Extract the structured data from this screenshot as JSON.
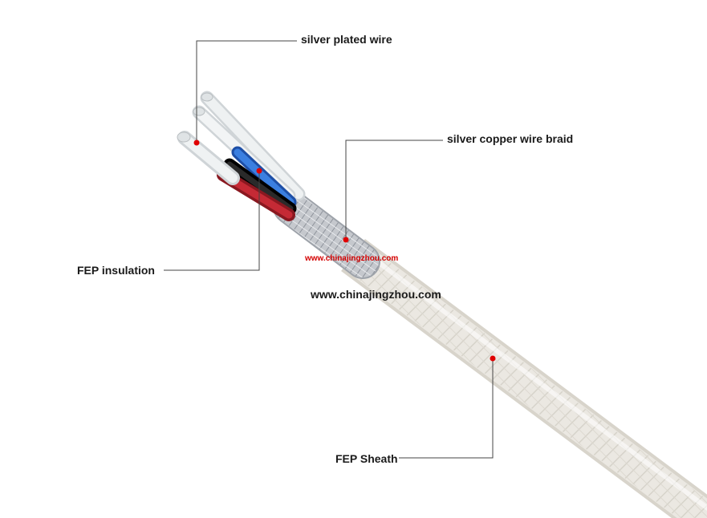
{
  "labels": {
    "silver_plated_wire": "silver plated wire",
    "silver_copper_wire_braid": "silver copper wire braid",
    "fep_insulation": "FEP insulation",
    "fep_sheath": "FEP Sheath"
  },
  "watermarks": {
    "red": "www.chinajingzhou.com",
    "black": "www.chinajingzhou.com"
  },
  "colors": {
    "leader_line": "#444444",
    "marker_dot": "#e00000",
    "sheath": "#e6e3dc",
    "braid": "#b9bcc2",
    "core_red": "#b3202a",
    "core_black": "#111111",
    "core_blue": "#2f6fd0",
    "core_clear": "#e9ecee"
  }
}
